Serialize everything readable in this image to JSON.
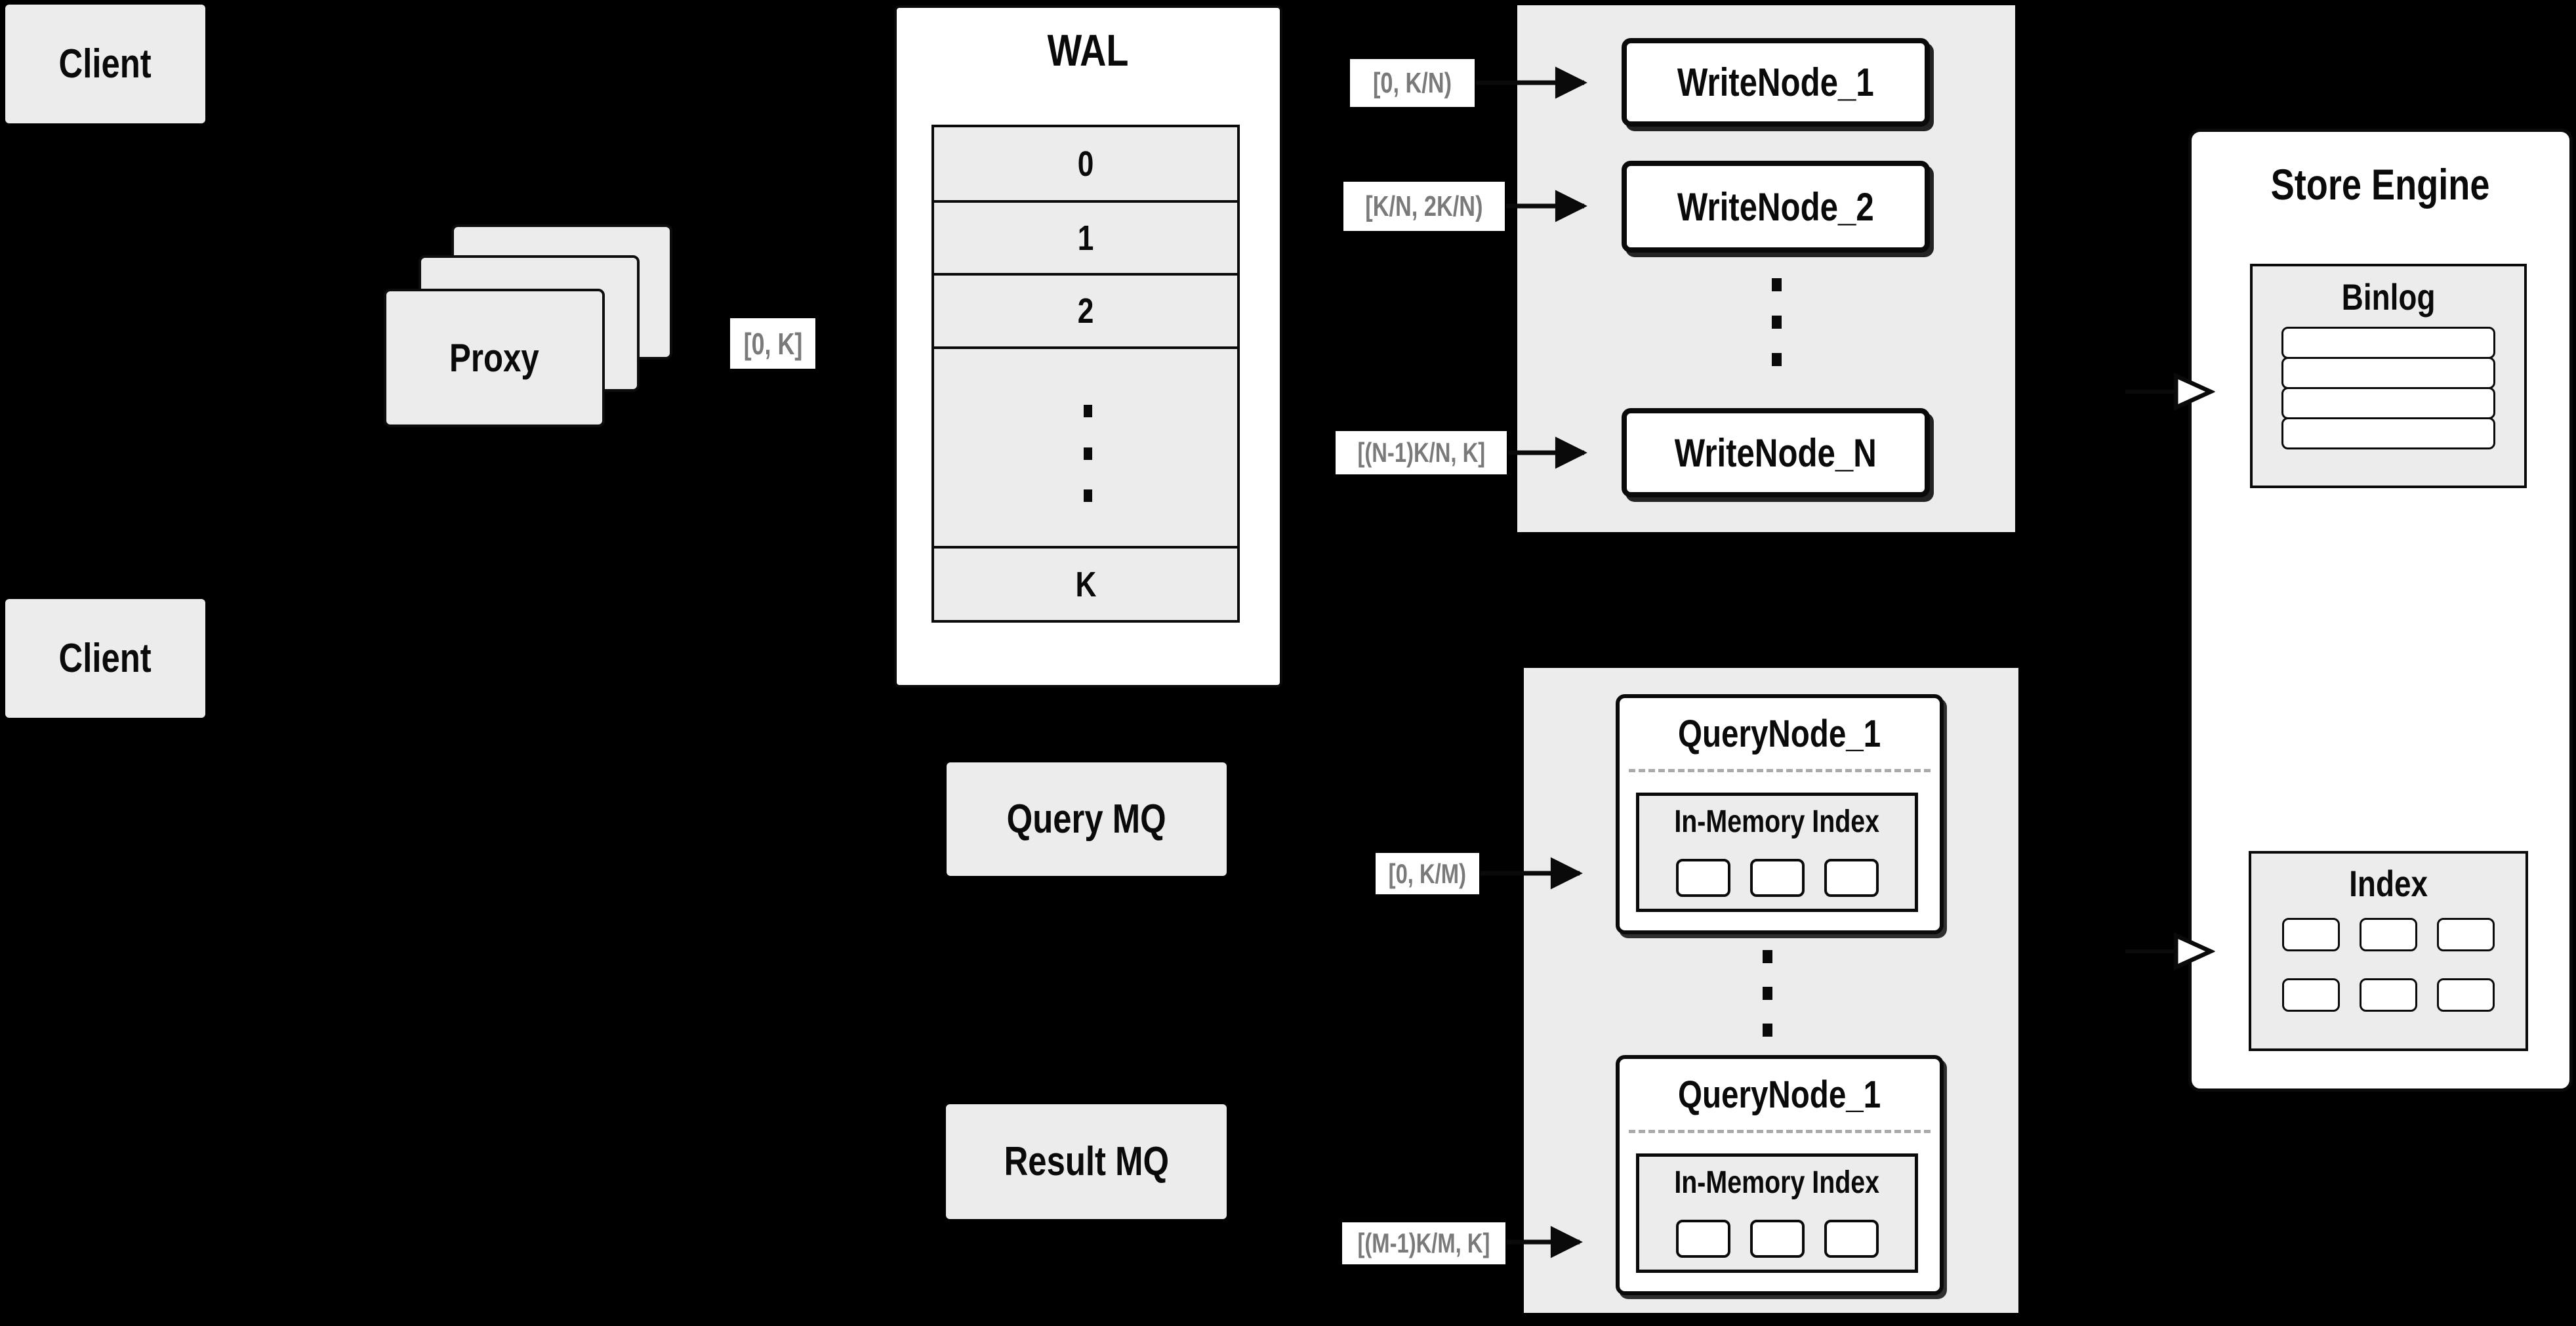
{
  "colors": {
    "background": "#000000",
    "box_gray": "#ececec",
    "box_white": "#ffffff",
    "line_black": "#0a0a0a",
    "range_label_gray": "#7a7a7a",
    "dashed_divider_gray": "#aaaaaa"
  },
  "client_top": {
    "label": "Client"
  },
  "client_bottom": {
    "label": "Client"
  },
  "proxy": {
    "label": "Proxy"
  },
  "range_labels": {
    "proxy_out": "[0, K]",
    "write_1": "[0, K/N)",
    "write_2": "[K/N, 2K/N)",
    "write_n": "[(N-1)K/N, K]",
    "query_1": "[0, K/M)",
    "query_m": "[(M-1)K/M, K]"
  },
  "wal": {
    "title": "WAL",
    "rows": [
      "0",
      "1",
      "2"
    ],
    "last_row": "K"
  },
  "write_nodes": {
    "node_1": "WriteNode_1",
    "node_2": "WriteNode_2",
    "node_n": "WriteNode_N"
  },
  "store_engine": {
    "title": "Store Engine",
    "binlog_title": "Binlog",
    "binlog_row_count": 4,
    "index_title": "Index",
    "index_cell_count": 6
  },
  "query": {
    "query_mq": "Query MQ",
    "result_mq": "Result MQ",
    "node_top": {
      "title": "QueryNode_1",
      "inner": "In-Memory Index"
    },
    "node_bottom": {
      "title": "QueryNode_1",
      "inner": "In-Memory Index"
    }
  }
}
